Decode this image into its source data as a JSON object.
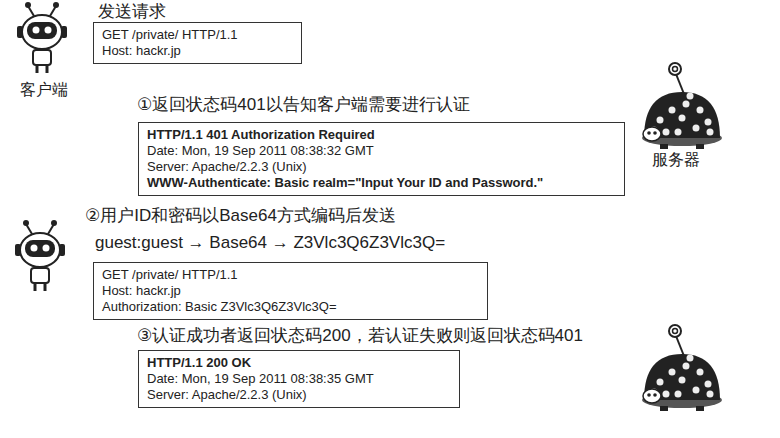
{
  "diagram": {
    "nodes": [
      {
        "text": [
          "发送请求",
          "GET /private/ HTTP/1.1",
          "Host: hackr.jp"
        ]
      },
      {
        "text": [
          "①返回状态码401以告知客户端需要进行认证",
          "HTTP/1.1 401 Authorization Required",
          "Date: Mon, 19 Sep 2011 08:38:32 GMT",
          "Server: Apache/2.2.3 (Unix)",
          "WWW-Authenticate: Basic realm=\"Input Your ID and Password.\""
        ]
      },
      {
        "text": [
          "②用户ID和密码以Base64方式编码后发送",
          "guest:guest → Base64 → Z3Vlc3Q6Z3Vlc3Q=",
          "GET /private/ HTTP/1.1",
          "Host: hackr.jp",
          "Authorization: Basic Z3Vlc3Q6Z3Vlc3Q="
        ]
      },
      {
        "text": [
          "③认证成功者返回状态码200，若认证失败则返回状态码401",
          "HTTP/1.1 200 OK",
          "Date: Mon, 19 Sep 2011 08:38:35 GMT",
          "Server: Apache/2.2.3 (Unix)"
        ]
      }
    ],
    "labels": [
      "客户端",
      "服务器"
    ]
  }
}
